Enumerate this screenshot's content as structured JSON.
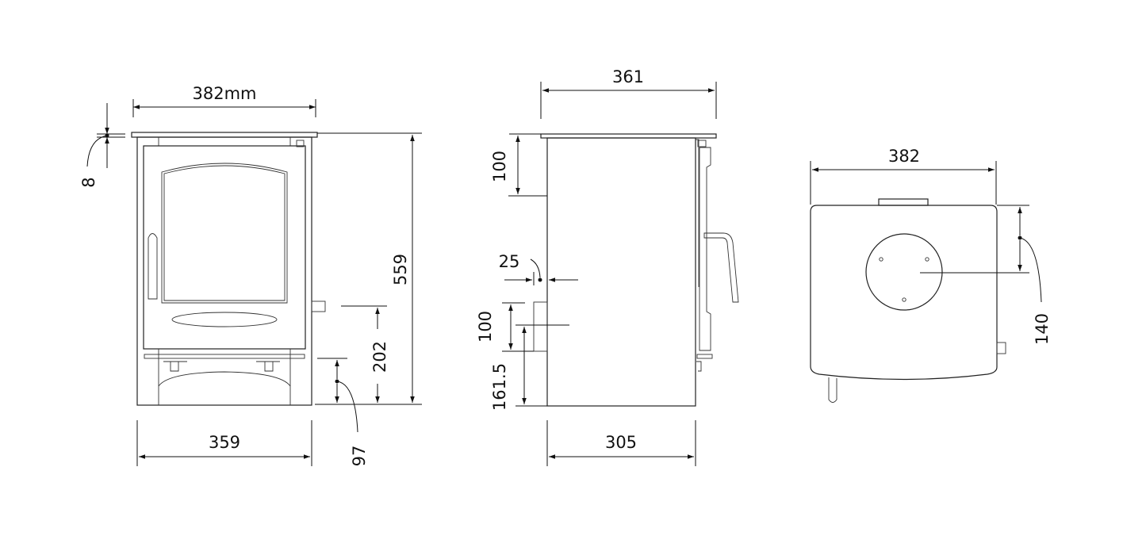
{
  "front_view": {
    "width_top": "382mm",
    "top_plate_thickness": "8",
    "height": "559",
    "outlet_height": "202",
    "air_inlet_height": "97",
    "width_body": "359"
  },
  "side_view": {
    "depth_top": "361",
    "flue_from_top": "100",
    "flue_offset": "25",
    "rear_flue_size": "100",
    "rear_flue_height": "161.5",
    "depth_body": "305"
  },
  "top_view": {
    "width": "382",
    "flue_center_from_rear": "140"
  }
}
